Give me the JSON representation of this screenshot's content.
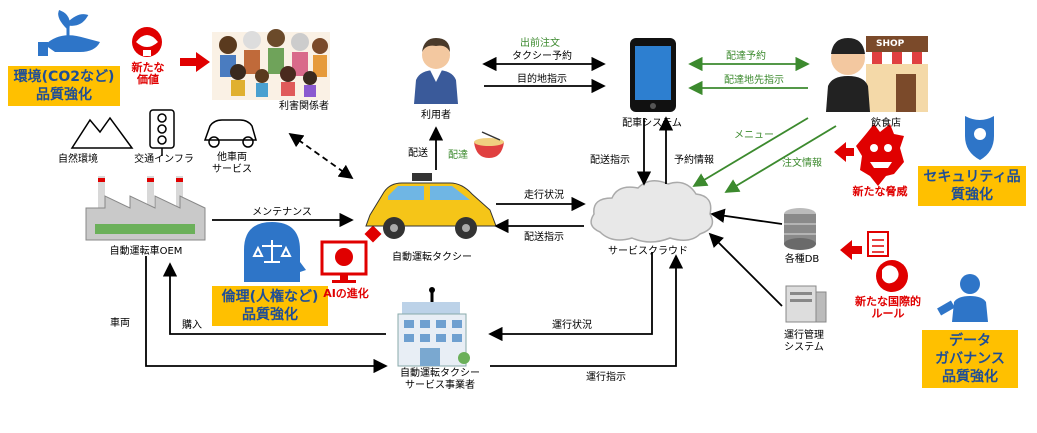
{
  "colors": {
    "badge_bg": "#ffc000",
    "badge_text": "#1f4e96",
    "risk_red": "#e00000",
    "flow_green": "#3c8a2e",
    "icon_blue": "#2e75c8"
  },
  "badges": {
    "environment_line1": "環境(CO2など)",
    "environment_line2": "品質強化",
    "ethics_line1": "倫理(人権など)",
    "ethics_line2": "品質強化",
    "security_line1": "セキュリティ品",
    "security_line2": "質強化",
    "data_line1": "データ",
    "data_line2": "ガバナンス",
    "data_line3": "品質強化"
  },
  "risks": {
    "new_value_line1": "新たな",
    "new_value_line2": "価値",
    "new_threat": "新たな脅威",
    "new_rule_line1": "新たな国際的",
    "new_rule_line2": "ルール",
    "ai_progress": "AIの進化"
  },
  "nodes": {
    "stakeholders": "利害関係者",
    "nature": "自然環境",
    "traffic": "交通インフラ",
    "other_vehicle_line1": "他車両",
    "other_vehicle_line2": "サービス",
    "oem": "自動運転車OEM",
    "user": "利用者",
    "taxi": "自動運転タクシー",
    "dispatch_system": "配車システム",
    "cloud": "サービスクラウド",
    "restaurant": "飲食店",
    "shop_sign": "SHOP",
    "db": "各種DB",
    "ops_line1": "運行管理",
    "ops_line2": "システム",
    "operator_line1": "自動運転タクシー",
    "operator_line2": "サービス事業者"
  },
  "flows": {
    "delivery_order": "出前注文",
    "taxi_reserve": "タクシー予約",
    "destination": "目的地指示",
    "delivery_reserve": "配達予約",
    "delivery_dest": "配達地先指示",
    "menu": "メニュー",
    "order_info": "注文情報",
    "dispatch_order": "配送指示",
    "reservation_info": "予約情報",
    "send": "配送",
    "delivery": "配達",
    "driving_status": "走行状況",
    "dispatch_instr": "配送指示",
    "maintenance": "メンテナンス",
    "vehicle": "車両",
    "purchase": "購入",
    "operation_status": "運行状況",
    "operation_instr": "運行指示"
  }
}
